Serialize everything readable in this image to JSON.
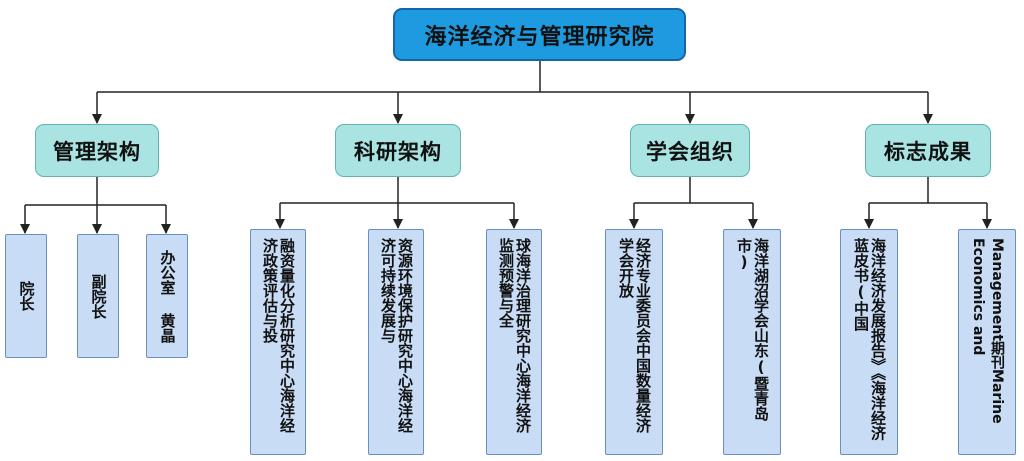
{
  "root": {
    "label": "海洋经济与管理研究院"
  },
  "categories": [
    {
      "label": "管理架构",
      "children": [
        "院长",
        "副院长",
        "办公室 黄晶"
      ]
    },
    {
      "label": "科研架构",
      "children": [
        "融资量化分析研究中心海洋经济政策评估与投",
        "资源环境保护研究中心海洋经济可持续发展与",
        "球海洋治理研究中心海洋经济监测预警与全"
      ]
    },
    {
      "label": "学会组织",
      "children": [
        "经济专业委员会中国数量经济学会开放",
        "海洋湖沼学会山东(暨青岛市)"
      ]
    },
    {
      "label": "标志成果",
      "children": [
        "海洋经济发展报告》《海洋经济蓝皮书(中国",
        "Management期刊Marine Economics and"
      ]
    }
  ],
  "colors": {
    "root_fill": "#1e9ae0",
    "category_fill": "#a9e4e2",
    "leaf_fill": "#c8dcf5",
    "connector": "#222222"
  },
  "icons": {
    "connector_arrow": "arrowhead"
  }
}
